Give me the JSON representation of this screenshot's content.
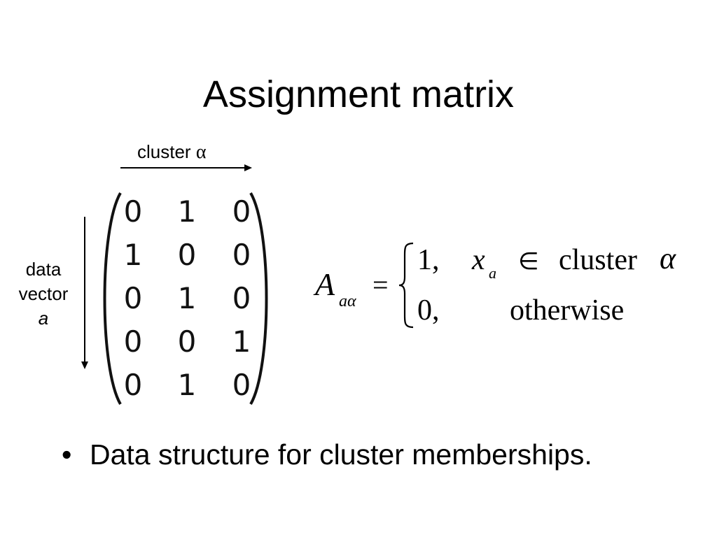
{
  "slide": {
    "title": "Assignment matrix",
    "column_label": "cluster",
    "column_label_symbol": "α",
    "row_label_lines": [
      "data",
      "vector",
      "a"
    ],
    "matrix": [
      [
        "0",
        "1",
        "0"
      ],
      [
        "1",
        "0",
        "0"
      ],
      [
        "0",
        "1",
        "0"
      ],
      [
        "0",
        "0",
        "1"
      ],
      [
        "0",
        "1",
        "0"
      ]
    ],
    "formula": {
      "lhs": "A",
      "lhs_subscript": "aα",
      "equals": "=",
      "case1_value": "1,",
      "case1_var": "x",
      "case1_var_subscript": "a",
      "case1_relation": "∈",
      "case1_text": "cluster",
      "case1_symbol": "α",
      "case2_value": "0,",
      "case2_text": "otherwise"
    },
    "bullet": "Data structure for cluster memberships.",
    "bullet_marker": "•"
  }
}
